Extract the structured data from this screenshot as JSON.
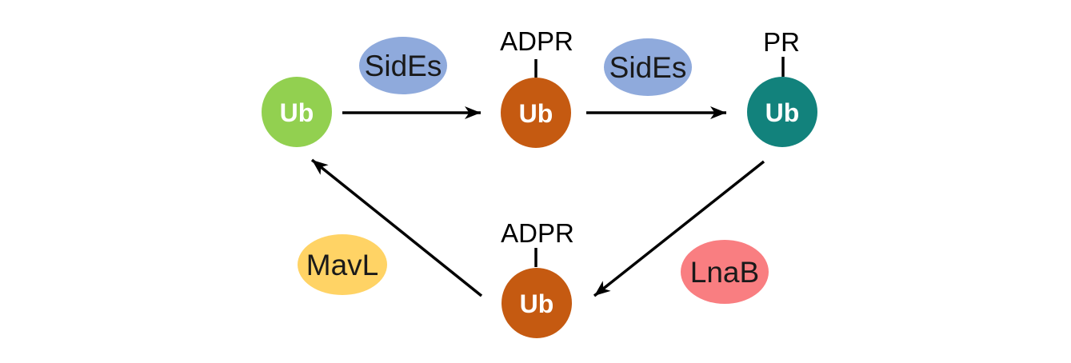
{
  "diagram": {
    "colors": {
      "background": "#FFFFFF",
      "arrow": "#000000",
      "node_label_text": "#FFFFFF",
      "enzyme_label_text": "#1A1A1A",
      "modification_label_text": "#000000"
    },
    "nodes": {
      "ub_free": {
        "label": "Ub",
        "color": "#92D050"
      },
      "ub_adpr_top": {
        "label": "Ub",
        "modification": "ADPR",
        "color": "#C55A11"
      },
      "ub_pr": {
        "label": "Ub",
        "modification": "PR",
        "color": "#12827C"
      },
      "ub_adpr_bottom": {
        "label": "Ub",
        "modification": "ADPR",
        "color": "#C55A11"
      }
    },
    "enzymes": {
      "sides_first": {
        "label": "SidEs",
        "color": "#8FAADC"
      },
      "sides_second": {
        "label": "SidEs",
        "color": "#8FAADC"
      },
      "mavl": {
        "label": "MavL",
        "color": "#FFD365"
      },
      "lnab": {
        "label": "LnaB",
        "color": "#F97E81"
      }
    }
  }
}
